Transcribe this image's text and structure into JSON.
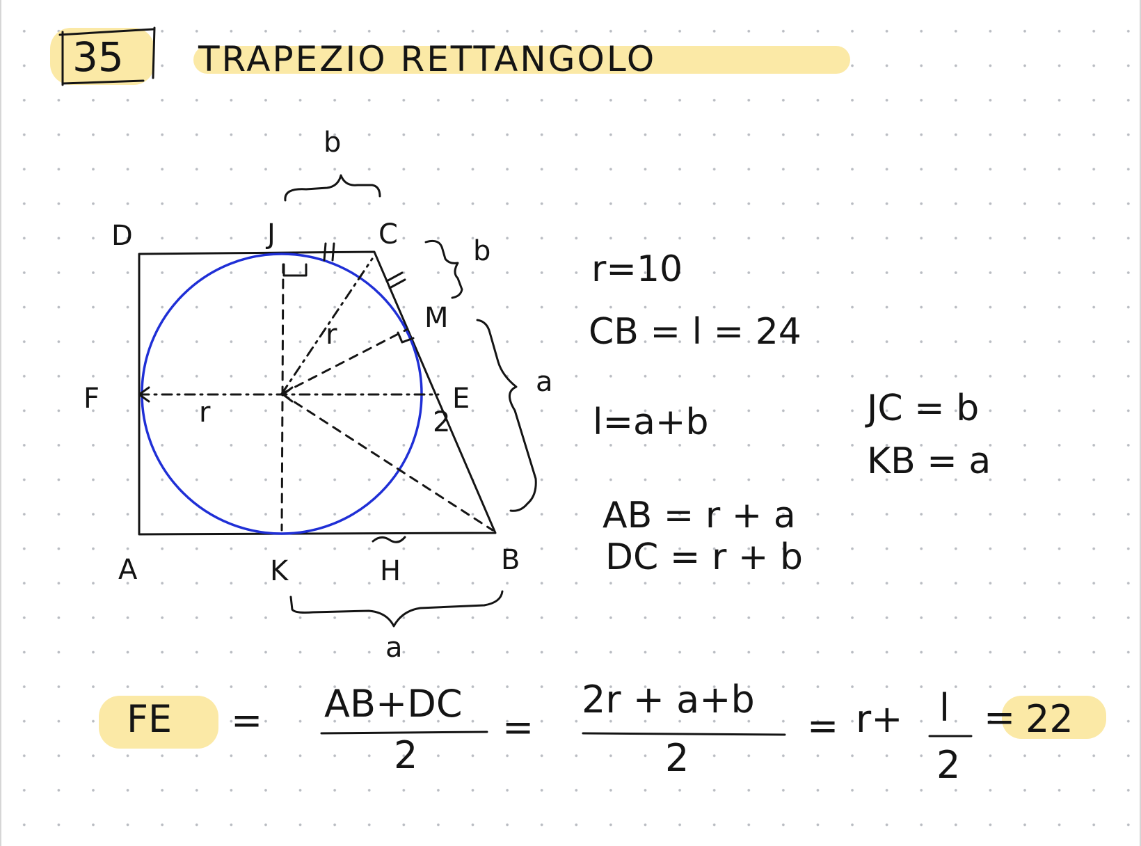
{
  "problem": {
    "number": "35",
    "title": "TRAPEZIO RETTANGOLO"
  },
  "colors": {
    "ink": "#141414",
    "circle": "#1f2fd6",
    "highlight": "#fbe9a6",
    "grid_dot": "#b9bcc2"
  },
  "figure": {
    "vertices": {
      "A": "A",
      "B": "B",
      "C": "C",
      "D": "D",
      "E": "E",
      "F": "F",
      "H": "H",
      "J": "J",
      "K": "K",
      "M": "M"
    },
    "brace_labels": {
      "top_jc": "b",
      "right_cm": "b",
      "right_mb": "a",
      "bottom_kb": "a"
    },
    "segment_labels": {
      "radius_fo": "r",
      "radius_om": "r",
      "half_side": "2"
    }
  },
  "notes": {
    "radius": "r=10",
    "side": "CB = l = 24",
    "side_sum": "l=a+b",
    "jc": "JC = b",
    "kb": "KB = a",
    "ab": "AB = r + a",
    "dc": "DC = r + b"
  },
  "formula": {
    "lhs": "FE",
    "eq1": "=",
    "frac1_num": "AB+DC",
    "frac1_den": "2",
    "eq2": "=",
    "frac2_num": "2r + a+b",
    "frac2_den": "2",
    "eq3": "=",
    "term": "r+",
    "frac3_num": "l",
    "frac3_den": "2",
    "eq4": "=",
    "result": "22"
  }
}
